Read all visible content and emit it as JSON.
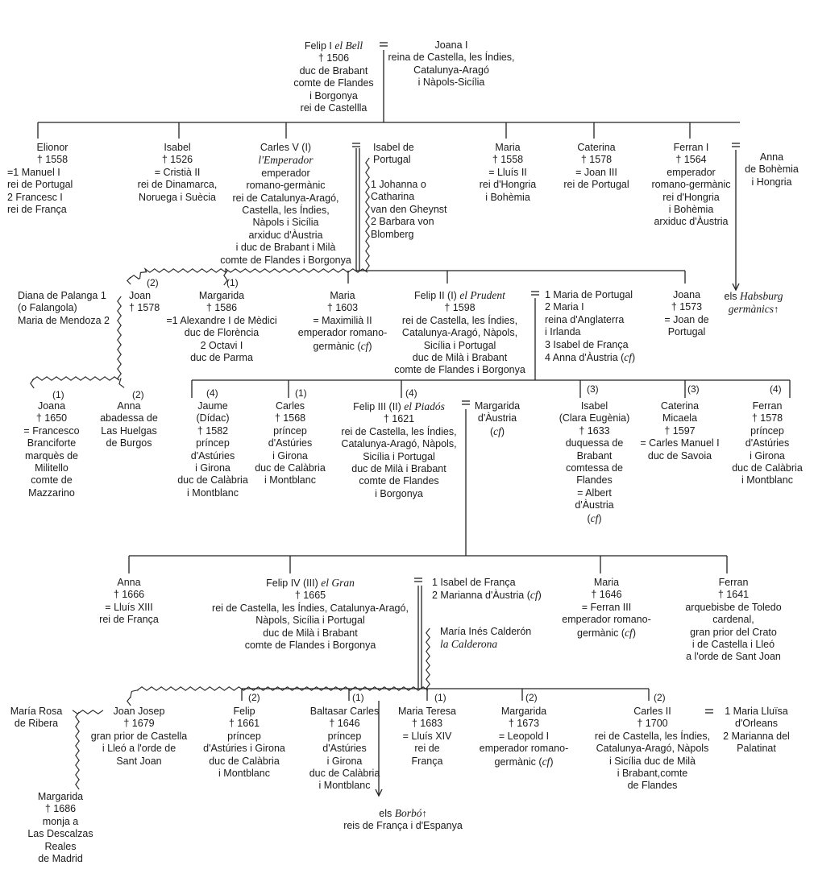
{
  "nodes": {
    "felip1": {
      "lines": [
        [
          "Felip I ",
          "el Bell"
        ],
        "† 1506",
        "duc de Brabant",
        "comte de Flandes",
        "i Borgonya",
        "rei de Castellla"
      ]
    },
    "joana1": {
      "lines": [
        "Joana I",
        "reina de Castella, les Índies,",
        "Catalunya-Aragó",
        "i Nàpols-Sicília"
      ]
    },
    "elionor": {
      "lines": [
        "Elionor",
        "† 1558"
      ]
    },
    "elionor_m": {
      "lines": [
        "=1 Manuel I",
        "rei de Portugal",
        "2 Francesc I",
        "rei de França"
      ]
    },
    "isabel1": {
      "lines": [
        "Isabel",
        "† 1526",
        "= Cristià II",
        "rei de Dinamarca,",
        "Noruega i Suècia"
      ]
    },
    "carles5": {
      "lines": [
        "Carles V (I)",
        [
          "",
          "l'Emperador"
        ],
        "emperador",
        "romano-germànic",
        "rei de Catalunya-Aragó,",
        "Castella, les Índies,",
        "Nàpols i Sicília",
        "arxiduc d'Àustria",
        "i duc de Brabant i Milà",
        "comte de Flandes i Borgonya"
      ]
    },
    "isabelpt": {
      "lines": [
        "Isabel de",
        "Portugal"
      ]
    },
    "johanna": {
      "lines": [
        "1 Johanna o",
        "Catharina",
        "van den Gheynst",
        "2 Barbara von",
        "Blomberg"
      ]
    },
    "maria1": {
      "lines": [
        "Maria",
        "† 1558",
        "= Lluís II",
        "rei d'Hongria",
        "i Bohèmia"
      ]
    },
    "caterina1": {
      "lines": [
        "Caterina",
        "† 1578",
        "= Joan III",
        "rei de Portugal"
      ]
    },
    "ferran1": {
      "lines": [
        "Ferran I",
        "† 1564",
        "emperador",
        "romano-germànic",
        "rei d'Hongria",
        "i Bohèmia",
        "arxiduc d'Àustria"
      ]
    },
    "anna_boh": {
      "lines": [
        "Anna",
        "de Bohèmia",
        "i Hongria"
      ]
    },
    "diana": {
      "lines": [
        "Diana de Palanga 1",
        "(o Falangola)",
        "Maria de Mendoza 2"
      ]
    },
    "joan1578": {
      "lines": [
        "Joan",
        "† 1578"
      ]
    },
    "margarida1586": {
      "lines": [
        "Margarida",
        "† 1586",
        "=1 Alexandre I de Mèdici",
        "duc de Florència",
        "2 Octavi I",
        "duc de Parma"
      ]
    },
    "maria1603": {
      "lines": [
        "Maria",
        "† 1603",
        "= Maximilià II",
        "emperador romano-",
        [
          "germànic (",
          "cf",
          ")"
        ]
      ]
    },
    "felip2": {
      "lines": [
        [
          "Felip II (I) ",
          "el Prudent"
        ],
        "† 1598",
        "rei de Castella, les Índies,",
        "Catalunya-Aragó, Nàpols,",
        "Sicília i Portugal",
        "duc de Milà i Brabant",
        "comte de Flandes i Borgonya"
      ]
    },
    "felip2_w": {
      "lines": [
        "1 Maria de Portugal",
        "2 Maria I",
        "reina d'Anglaterra",
        "i Irlanda",
        "3 Isabel de França",
        [
          "4 Anna d'Àustria (",
          "cf",
          ")"
        ]
      ]
    },
    "joana1573": {
      "lines": [
        "Joana",
        "† 1573",
        "= Joan de",
        "Portugal"
      ]
    },
    "habsburg": {
      "lines": [
        [
          "els ",
          "Habsburg"
        ],
        [
          "",
          "germànics",
          "↑"
        ]
      ]
    },
    "joana1650": {
      "lines": [
        "Joana",
        "† 1650",
        "= Francesco",
        "Branciforte",
        "marquès de",
        "Militello",
        "comte de",
        "Mazzarino"
      ]
    },
    "anna_abb": {
      "lines": [
        "Anna",
        "abadessa de",
        "Las Huelgas",
        "de Burgos"
      ]
    },
    "jaume": {
      "lines": [
        "Jaume",
        "(Dídac)",
        "† 1582",
        "príncep",
        "d'Astúries",
        "i Girona",
        "duc de Calàbria",
        "i Montblanc"
      ]
    },
    "carles1568": {
      "lines": [
        "Carles",
        "† 1568",
        "príncep",
        "d'Astúries",
        "i Girona",
        "duc de Calàbria",
        "i Montblanc"
      ]
    },
    "felip3": {
      "lines": [
        [
          "Felip III (II) ",
          "el Piadós"
        ],
        "† 1621",
        "rei de Castella, les Índies,",
        "Catalunya-Aragó, Nàpols,",
        "Sicília i Portugal",
        "duc de Milà i Brabant",
        "comte de Flandes",
        "i Borgonya"
      ]
    },
    "margarida_aus": {
      "lines": [
        "Margarida",
        "d'Àustria",
        [
          "(",
          "cf",
          ")"
        ]
      ]
    },
    "isabel_clara": {
      "lines": [
        "Isabel",
        "(Clara Eugènia)",
        "† 1633",
        "duquessa de",
        "Brabant",
        "comtessa de",
        "Flandes",
        "= Albert",
        "d'Àustria",
        [
          "(",
          "cf",
          ")"
        ]
      ]
    },
    "caterina_mic": {
      "lines": [
        "Caterina",
        "Micaela",
        "† 1597",
        "= Carles Manuel I",
        "duc de Savoia"
      ]
    },
    "ferran1578": {
      "lines": [
        "Ferran",
        "† 1578",
        "príncep",
        "d'Astúries",
        "i Girona",
        "duc de Calàbria",
        "i Montblanc"
      ]
    },
    "anna1666": {
      "lines": [
        "Anna",
        "† 1666",
        "= Lluís XIII",
        "rei de França"
      ]
    },
    "felip4": {
      "lines": [
        [
          "Felip IV (III) ",
          "el Gran"
        ],
        "† 1665",
        "rei de Castella, les Índies, Catalunya-Aragó,",
        "Nàpols, Sicília i Portugal",
        "duc de Milà i Brabant",
        "comte de Flandes i Borgonya"
      ]
    },
    "felip4_w": {
      "lines": [
        "1 Isabel de França",
        [
          "2 Marianna d'Àustria (",
          "cf",
          ")"
        ]
      ]
    },
    "calderona": {
      "lines": [
        "María Inés Calderón",
        [
          "",
          "la Calderona"
        ]
      ]
    },
    "maria1646": {
      "lines": [
        "Maria",
        "† 1646",
        "= Ferran III",
        "emperador romano-",
        [
          "germànic (",
          "cf",
          ")"
        ]
      ]
    },
    "ferran1641": {
      "lines": [
        "Ferran",
        "† 1641",
        "arquebisbe de Toledo",
        "cardenal,",
        "gran prior del Crato",
        "i de Castella i Lleó",
        "a l'orde de Sant Joan"
      ]
    },
    "mariarosa": {
      "lines": [
        "María Rosa",
        "de Ribera"
      ]
    },
    "joanjosep": {
      "lines": [
        "Joan Josep",
        "† 1679",
        "gran prior de Castella",
        "i Lleó a l'orde de",
        "Sant Joan"
      ]
    },
    "felip1661": {
      "lines": [
        "Felip",
        "† 1661",
        "príncep",
        "d'Astúries i Girona",
        "duc de Calàbria",
        "i Montblanc"
      ]
    },
    "baltasar": {
      "lines": [
        "Baltasar Carles",
        "† 1646",
        "príncep",
        "d'Astúries",
        "i Girona",
        "duc de Calàbria",
        "i Montblanc"
      ]
    },
    "mariateresa": {
      "lines": [
        "Maria Teresa",
        "† 1683",
        "= Lluís XIV",
        "rei de",
        "França"
      ]
    },
    "margarida1673": {
      "lines": [
        "Margarida",
        "† 1673",
        "= Leopold I",
        "emperador romano-",
        [
          "germànic (",
          "cf",
          ")"
        ]
      ]
    },
    "carles2": {
      "lines": [
        "Carles II",
        "† 1700",
        "rei de Castella, les Índies,",
        "Catalunya-Aragó, Nàpols",
        "i Sicília duc de Milà",
        "i Brabant,comte",
        "de Flandes"
      ]
    },
    "carles2_w": {
      "lines": [
        "1 Maria Lluïsa",
        "d'Orleans",
        "2 Marianna del",
        "Palatinat"
      ]
    },
    "borbo": {
      "lines": [
        [
          "els ",
          "Borbó",
          "↑"
        ],
        "reis de França i d'Espanya"
      ]
    },
    "margarida1686": {
      "lines": [
        "Margarida",
        "† 1686",
        "monja a",
        "Las Descalzas",
        "Reales",
        "de Madrid"
      ]
    }
  },
  "numbers": {
    "n_diana_2": "(2)",
    "n_marg_1": "(1)",
    "n_joana_1": "(1)",
    "n_anna_2": "(2)",
    "n_jaume_4": "(4)",
    "n_carles_1": "(1)",
    "n_felip3_4": "(4)",
    "n_isabel_3": "(3)",
    "n_cater_3": "(3)",
    "n_ferran_4": "(4)",
    "n_felip1661_2": "(2)",
    "n_balt_1": "(1)",
    "n_mt_1": "(1)",
    "n_marg1673_2": "(2)",
    "n_carles2_2": "(2)"
  }
}
